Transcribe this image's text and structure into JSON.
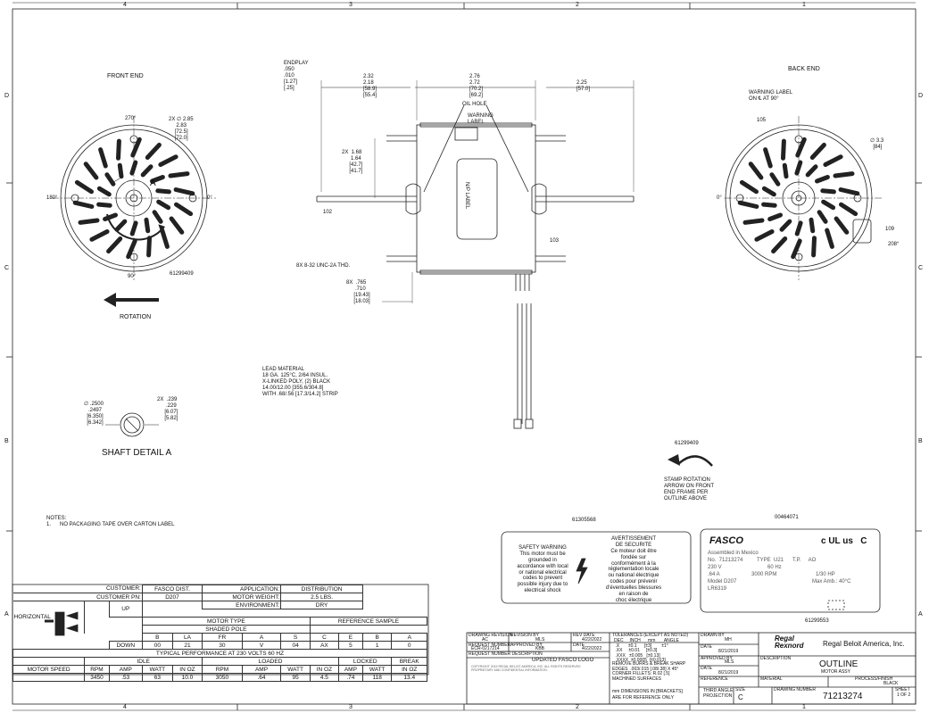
{
  "border": {
    "col_labels": [
      "4",
      "3",
      "2",
      "1"
    ],
    "row_labels": [
      "D",
      "C",
      "B",
      "A"
    ]
  },
  "views": {
    "front_end": "FRONT END",
    "back_end": "BACK END",
    "rotation": "ROTATION",
    "shaft_detail": "SHAFT DETAIL A",
    "angle_270": "270°",
    "angle_180": "180°",
    "angle_0": "0°",
    "angle_90": "90°",
    "section_a": "A",
    "back_angle_0": "0°",
    "back_angle_208": "208°"
  },
  "dims": {
    "front_holes": "2X ∅ 2.85\n     2.83\n    [72.5]\n    [72.0]",
    "endplay": "ENDPLAY\n.050\n.010\n[1.27]\n[.25]",
    "d_232": "2.32\n2.18\n[58.9]\n[55.4]",
    "d_276": "2.76\n2.72\n[70.2]\n[69.2]",
    "d_225": "2.25\n[57.0]",
    "d_168": "2X  1.68\n      1.64\n     [42.7]\n     [41.7]",
    "oil_hole": "OIL HOLE",
    "warning_label": "WARNING\nLABEL",
    "np_label": "N/P LABEL",
    "thd": "8X 8-32 UNC-2A THD.",
    "d_765": "8X  .765\n      .710\n     [19.43]\n     [18.03]",
    "lead_material": "LEAD MATERIAL\n18 GA. 125°C, 2/64 INSUL.\nX-LINKED POLY, (2) BLACK\n14.00/12.00 [355.6/304.8]\nWITH .68/.56 [17.3/14.2] STRIP",
    "shaft_dia": "∅ .2500\n   .2497\n  [6.350]\n  [6.342]",
    "shaft_flat": "2X  .239\n      .229\n     [6.07]\n     [5.82]",
    "back_warning": "WARNING LABEL\nON ℄ AT 90°",
    "back_hole": "∅ 3.3\n  [84]",
    "bal_102": "102",
    "bal_103": "103",
    "bal_105": "105",
    "bal_109": "109",
    "pn_front": "61299409",
    "pn_stamp": "61299409",
    "stamp_note": "STAMP ROTATION\nARROW ON FRONT\nEND FRAME PER\nOUTLINE ABOVE",
    "pn_61305568": "61305568",
    "pn_00464071": "00464071",
    "pn_61299553": "61299553"
  },
  "notes": {
    "title": "NOTES:",
    "item": "1.      NO PACKAGING TAPE OVER CARTON LABEL"
  },
  "safety": {
    "en": "SAFETY WARNING\nThis motor must be\ngrounded in\naccordance with local\nor national electrical\ncodes to prevent\npossible injury due to\nelectrical shock",
    "fr": "AVERTISSEMENT\nDE SECURITE\nCe moteur doit être\nfondée sur\nconformément à la\nréglementation locale\nou national électrique\ncodes pour prévenir\nd'éventuelles blessures\nen raison de\nchoc électrique"
  },
  "nameplate": {
    "brand": "FASCO",
    "assembled": "Assembled in Mexico",
    "no": "No.  71213274",
    "type": "TYPE  U21",
    "tp": "T.P.     AO",
    "volts": "230 V",
    "hz": "60 Hz",
    "amps": ".64 A",
    "rpm": "3000 RPM",
    "hp": "1/30 HP",
    "model": "Model D207",
    "amb": "Max Amb.: 40°C",
    "lr": "LR6319",
    "cert": "c UL us   C"
  },
  "customer": {
    "customer_l": "CUSTOMER:",
    "customer_v": "FASCO DIST.",
    "pn_l": "CUSTOMER PN:",
    "pn_v": "D207",
    "app_l": "APPLICATION:",
    "app_v": "DISTRIBUTION",
    "weight_l": "MOTOR WEIGHT:",
    "weight_v": "2.5 LBS.",
    "env_l": "ENVIRONMENT:",
    "env_v": "DRY",
    "up": "UP",
    "down": "DOWN",
    "horizontal": "HORIZONTAL",
    "motor_type_l": "MOTOR TYPE",
    "motor_type_v": "SHADED POLE",
    "ref_sample": "REFERENCE SAMPLE",
    "cols": [
      "B",
      "LA",
      "FR",
      "A",
      "S",
      "C",
      "E",
      "B",
      "A"
    ],
    "vals": [
      "00",
      "21",
      "30",
      "V",
      "04",
      "AX",
      "5",
      "1",
      "0"
    ]
  },
  "performance": {
    "title": "TYPICAL PERFORMANCE AT 230 VOLTS 60 HZ",
    "groups": [
      "IDLE",
      "LOADED",
      "LOCKED",
      "BREAK"
    ],
    "headers": [
      "MOTOR SPEED",
      "RPM",
      "AMP",
      "WATT",
      "IN OZ",
      "RPM",
      "AMP",
      "WATT",
      "IN OZ",
      "AMP",
      "WATT",
      "IN OZ"
    ],
    "values": [
      "",
      "3450",
      ".53",
      "63",
      "10.0",
      "3050",
      ".64",
      "95",
      "4.5",
      ".74",
      "118",
      "13.4"
    ]
  },
  "title_block": {
    "rev_l": "DRAWING REVISION",
    "rev_v": "AC",
    "revby_l": "REVISION BY",
    "revby_v": "MLS",
    "revdate_l": "REV DATE",
    "revdate_v": "4/22/2022",
    "req_l": "REQUEST NUMBER",
    "req_v": "ECR-0217214",
    "appr_l": "APPROVED BY",
    "appr_v": "KBB",
    "date_l": "DATE",
    "date_v": "4/22/2022",
    "desc_l": "REQUEST NUMBER DESCRIPTION",
    "desc_v": "UPDATED FASCO LOGO",
    "tol_title": "TOLERANCES (EXCEPT AS NOTED)",
    "tol_rows": "DEC     INCH      mm       ANGLE\n .X       ±0.1      [±3]        ±1°\n .XX     ±0.01     [±0.3]\n .XXX   ±0.005   [±0.13]\n .XXXX  ±0.0005  [±0.013]",
    "tol_burrs": "REMOVE BURRS & BREAK SHARP\nEDGES  .003/.015 [.08/.38] X 45°\nCORNER FILLETS: R.02 [.5]\nMACHINED SURFACES",
    "tol_mm": "mm DIMENSIONS IN [BRACKETS]",
    "tol_final": "ARE FOR REFERENCE ONLY",
    "drawn_l": "DRAWN BY",
    "drawn_v": "MH",
    "drawn_date_v": "8/21/2019",
    "appby_l": "APPROVED BY",
    "appby_v": "MLS",
    "app_date_v": "8/21/2019",
    "company_logo": "Regal Rexnord",
    "company": "Regal Beloit America, Inc.",
    "desc2_l": "DESCRIPTION",
    "title": "OUTLINE",
    "subtitle": "MOTOR ASSY",
    "ref_l": "REFERENCE",
    "material_l": "MATERIAL",
    "process_l": "PROCESS/FINISH",
    "process_v": "BLACK",
    "proj_l": "THIRD ANGLE\nPROJECTION",
    "size_l": "SIZE",
    "size_v": "C",
    "dwg_l": "DRAWING NUMBER",
    "dwg_v": "71213274",
    "sheet_l": "SHEET",
    "sheet_v": "1 OF 2",
    "legal": "COPYRIGHT 2019 REGAL BELOIT AMERICA, INC. ALL RIGHTS RESERVED\nPROPRIETARY AND CONFIDENTIAL INFORMATION.",
    "rev_short": "REV DATE"
  }
}
